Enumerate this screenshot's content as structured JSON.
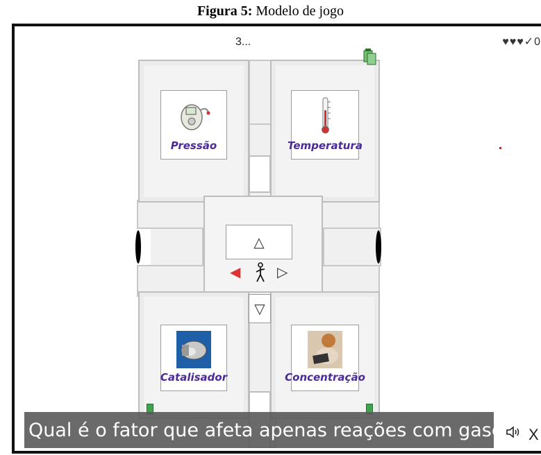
{
  "caption": {
    "bold": "Figura 5:",
    "text": " Modelo de jogo"
  },
  "hud": {
    "counter": "3...",
    "lives_and_score": "♥♥♥✓0"
  },
  "rooms": [
    {
      "label": "Pressão"
    },
    {
      "label": "Temperatura"
    },
    {
      "label": "Catalisador"
    },
    {
      "label": "Concentração"
    }
  ],
  "controls": {
    "up": "△",
    "down": "▽",
    "left": "◀",
    "right": "▷",
    "player": "🚶"
  },
  "question": "Qual é o fator que afeta apenas reações com gases?",
  "buttons": {
    "sound": "🔈",
    "close": "X"
  },
  "icons": {
    "inventory": "📋"
  }
}
